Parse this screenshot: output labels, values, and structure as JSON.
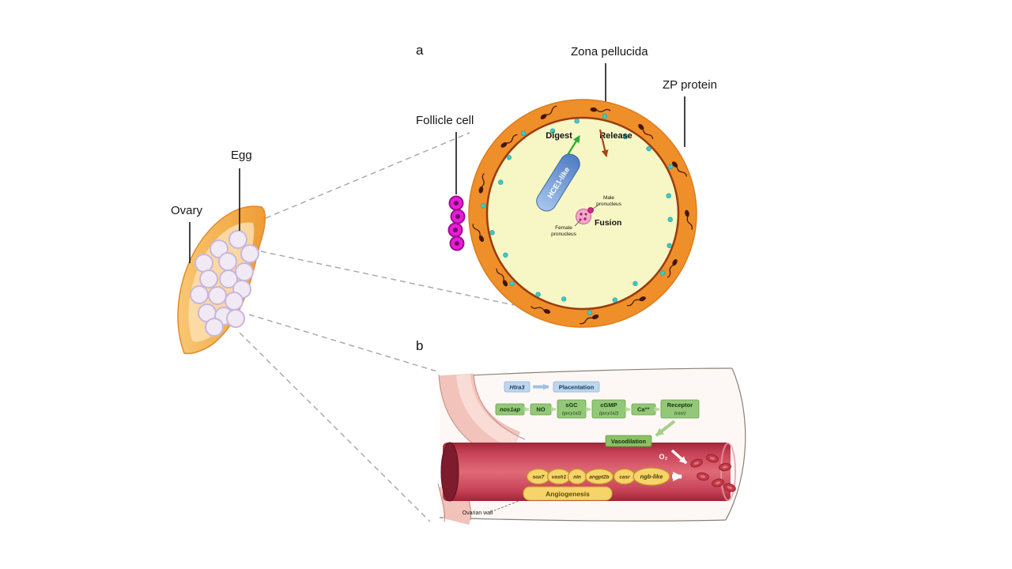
{
  "overview": {
    "ovary_label": "Ovary",
    "egg_label": "Egg"
  },
  "panel_a": {
    "panel_label": "a",
    "zona_pellucida_label": "Zona pellucida",
    "zp_protein_label": "ZP protein",
    "follicle_cell_label": "Follicle cell",
    "digest_label": "Digest",
    "release_label": "Release",
    "enzyme_label": "HCE1-like",
    "male_pronucleus_line1": "Male",
    "male_pronucleus_line2": "pronucleus",
    "female_pronucleus_line1": "Female",
    "female_pronucleus_line2": "pronucleus",
    "fusion_label": "Fusion"
  },
  "panel_b": {
    "panel_label": "b",
    "htra3_label": "Htra3",
    "placentation_label": "Placentation",
    "pathway": [
      {
        "label": "nos1ap",
        "sub": ""
      },
      {
        "label": "NO",
        "sub": ""
      },
      {
        "label": "sGC",
        "sub": "(gucy1a2)"
      },
      {
        "label": "cGMP",
        "sub": "(gucy1a2)"
      },
      {
        "label": "Ca²⁺",
        "sub": ""
      },
      {
        "label": "Receptor",
        "sub": "(casr)"
      }
    ],
    "vasodilation_label": "Vasodilation",
    "genes": [
      "sox7",
      "vash1",
      "nln",
      "angpt2b",
      "casr"
    ],
    "ngb_label": "ngb-like",
    "oxygen_label": "O₂",
    "angiogenesis_label": "Angiogenesis",
    "ovarian_wall_label": "Ovarian wall"
  },
  "colors": {
    "zona_ring_orange": "#EF8F2A",
    "egg_interior_yellow": "#F6F7C5",
    "inner_membrane_red": "#9C3A0C",
    "follicle_magenta": "#E91CD5",
    "zp_dot_teal": "#3FC8C8",
    "digest_arrow_green": "#2EA836",
    "release_arrow_brown": "#A84315",
    "enzyme_blue": "#4F7CC2",
    "ovary_orange": "#F0A03C",
    "vessel_red": "#C84256",
    "pathway_box_green": "#93C878",
    "info_box_blue": "#BDD7EE",
    "gene_oval_yellow": "#F6D469",
    "ovarian_wall_pink": "#F1C3BA"
  }
}
